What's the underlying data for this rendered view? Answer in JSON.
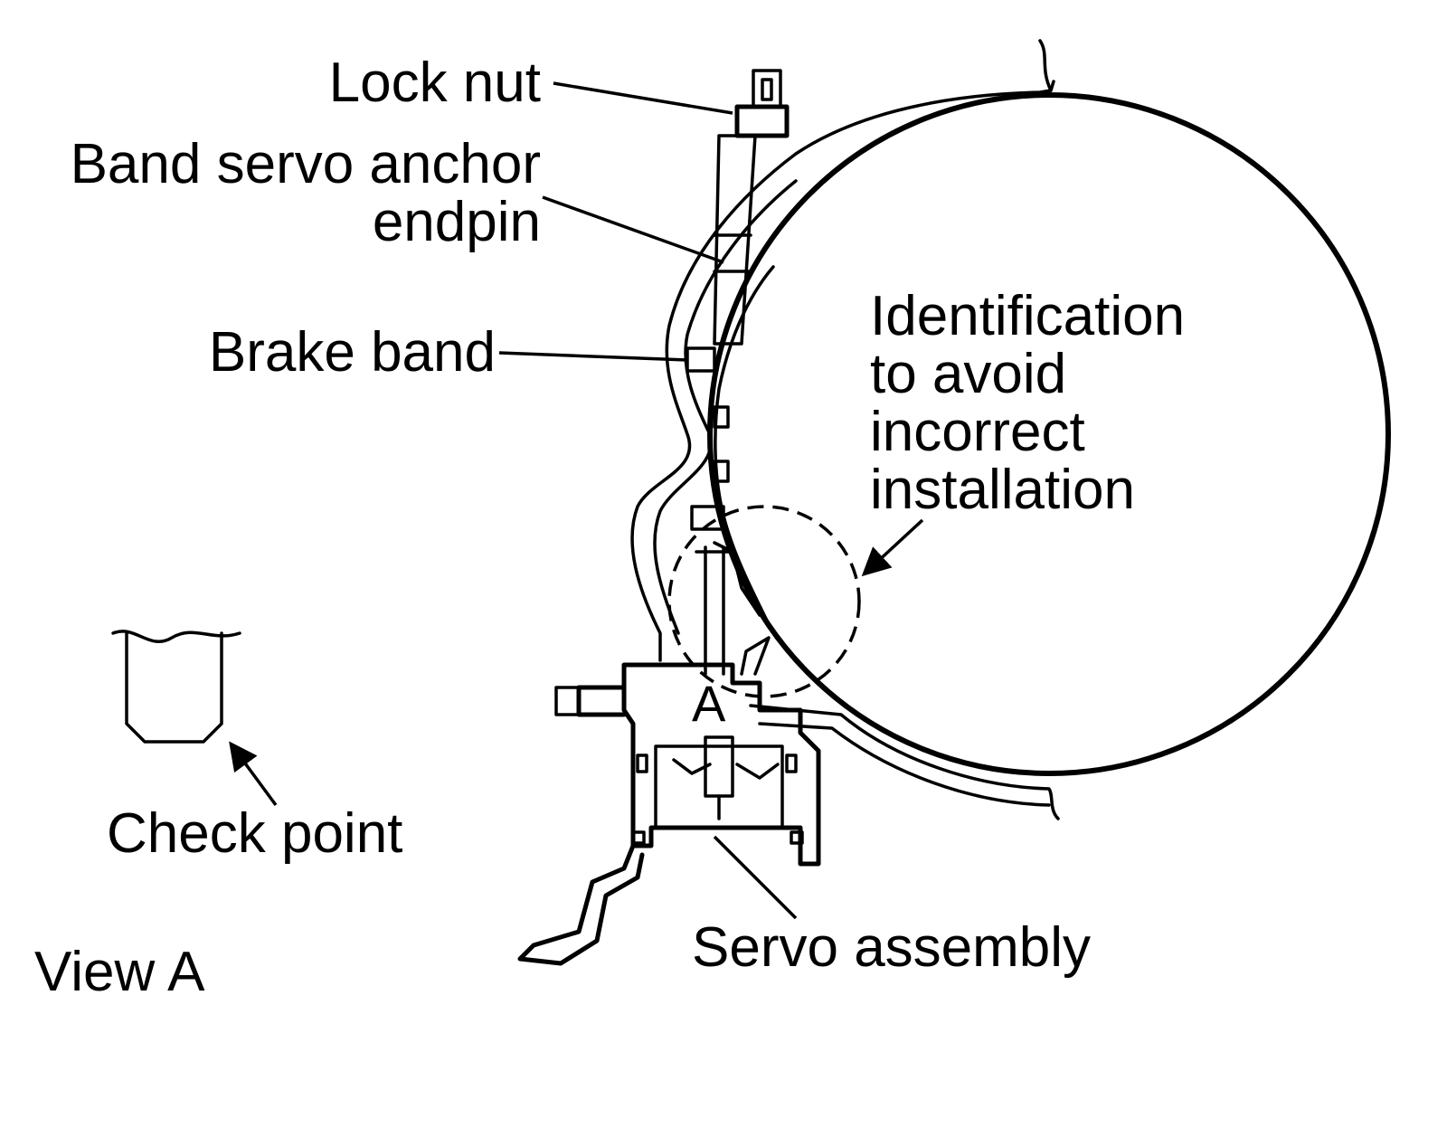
{
  "labels": {
    "lock_nut": "Lock nut",
    "anchor_endpin_line1": "Band servo anchor",
    "anchor_endpin_line2": "endpin",
    "brake_band": "Brake band",
    "identification_line1": "Identification",
    "identification_line2": "to avoid",
    "identification_line3": "incorrect",
    "identification_line4": "installation",
    "view_marker": "A",
    "check_point": "Check point",
    "view_a": "View A",
    "servo_assembly": "Servo assembly"
  },
  "colors": {
    "ink": "#000000",
    "background": "#ffffff"
  }
}
